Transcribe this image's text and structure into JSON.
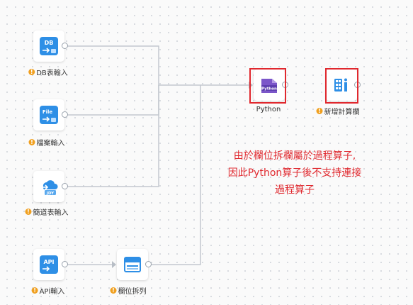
{
  "colors": {
    "line": "#c3c8cf",
    "icon_blue": "#2e8fe6",
    "python_purple": "#7b56c9",
    "warning": "#f0a020",
    "highlight": "#e0282e"
  },
  "nodes": {
    "db_input": {
      "label": "DB表輸入",
      "icon_text": "DB",
      "icon": "database-input-icon"
    },
    "file_input": {
      "label": "檔案輸入",
      "icon_text": "File",
      "icon": "file-input-icon"
    },
    "jdy_input": {
      "label": "簡道表輸入",
      "icon_text": "JDY",
      "icon": "jiandaoyun-input-icon"
    },
    "api_input": {
      "label": "API輸入",
      "icon_text": "API",
      "icon": "api-input-icon"
    },
    "field_split": {
      "label": "欄位拆列",
      "icon": "field-split-icon"
    },
    "python": {
      "label": "Python",
      "icon_text": "Python",
      "icon": "python-icon"
    },
    "add_calc": {
      "label": "新增計算欄",
      "icon": "add-calculated-column-icon"
    }
  },
  "annotation": {
    "lines": [
      "由於欄位拆欄屬於過程算子,",
      "因此Python算子後不支持連接",
      "過程算子"
    ]
  }
}
